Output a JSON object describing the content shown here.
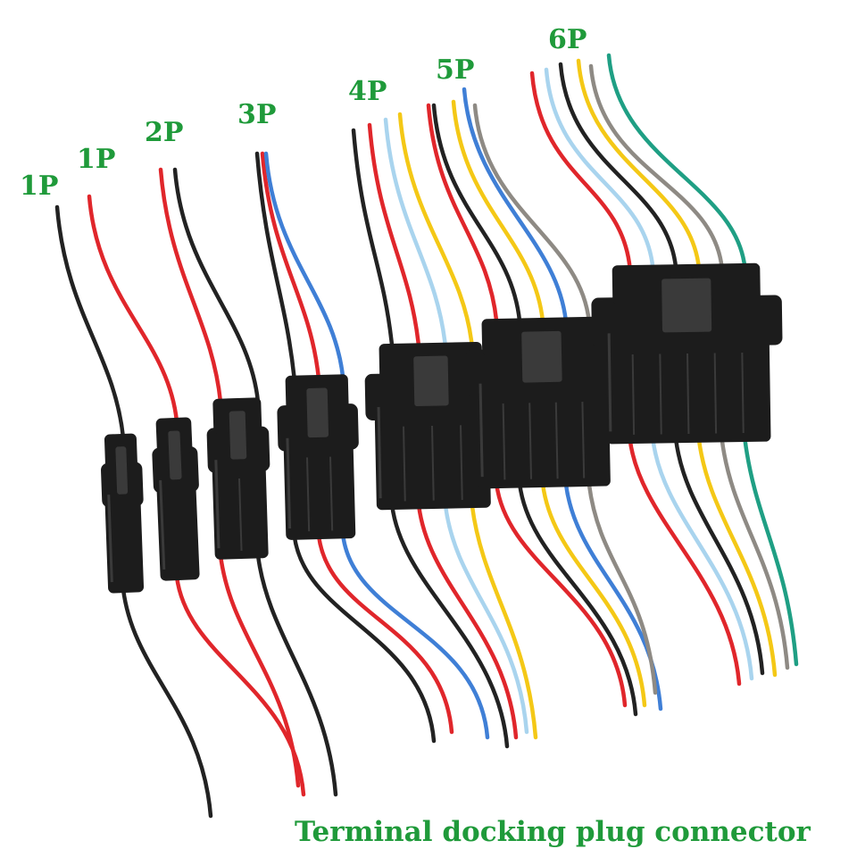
{
  "labels": {
    "c1": "1P",
    "c2": "1P",
    "c3": "2P",
    "c4": "3P",
    "c5": "4P",
    "c6": "5P",
    "c7": "6P"
  },
  "caption": "Terminal docking plug connector",
  "colors": {
    "label": "#1f9a3a",
    "housing": "#1c1c1c",
    "housing_highlight": "#3a3a3a",
    "wire_black": "#222222",
    "wire_red": "#e0262b",
    "wire_blue": "#3f7fd6",
    "wire_light_blue": "#a9d4ee",
    "wire_yellow": "#f4c816",
    "wire_gray": "#8e8a84",
    "wire_teal": "#1f9f84"
  },
  "connectors": [
    {
      "label": "1P",
      "wires": [
        "black"
      ]
    },
    {
      "label": "1P",
      "wires": [
        "red"
      ]
    },
    {
      "label": "2P",
      "wires": [
        "red",
        "black"
      ]
    },
    {
      "label": "3P",
      "wires": [
        "black",
        "red",
        "blue"
      ]
    },
    {
      "label": "4P",
      "wires": [
        "black",
        "red",
        "light-blue",
        "yellow"
      ]
    },
    {
      "label": "5P",
      "wires": [
        "red",
        "black",
        "yellow",
        "blue",
        "gray"
      ]
    },
    {
      "label": "6P",
      "wires": [
        "red",
        "light-blue",
        "black",
        "yellow",
        "gray",
        "teal"
      ]
    }
  ]
}
